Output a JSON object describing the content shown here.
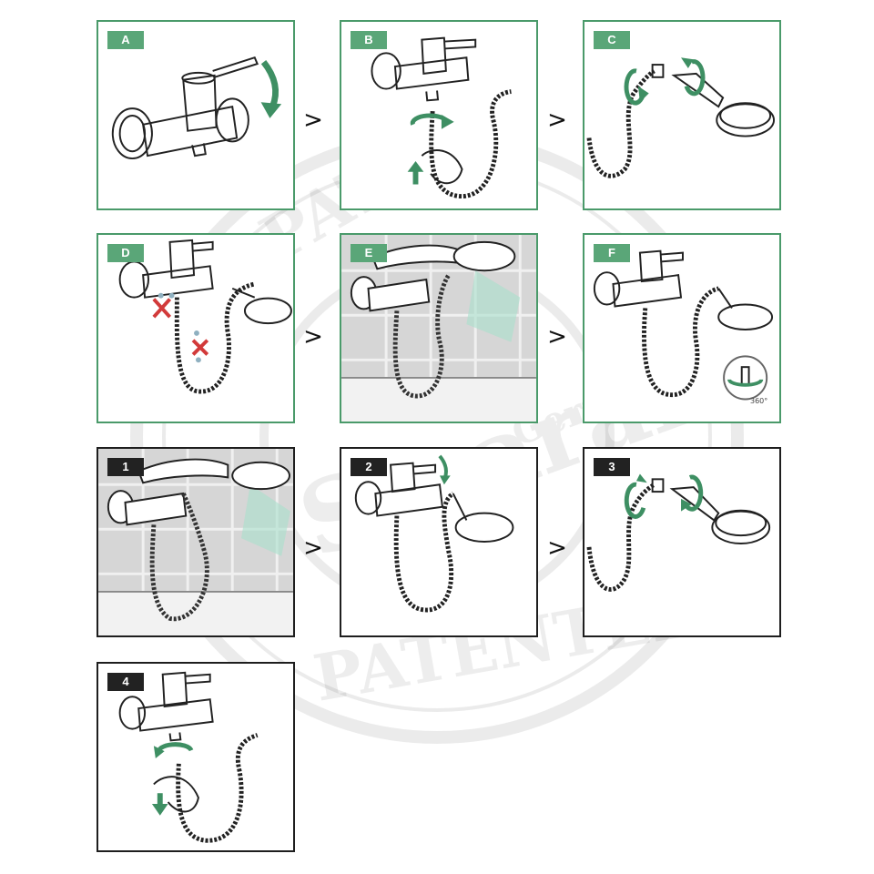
{
  "steps": [
    {
      "label": "A"
    },
    {
      "label": "B"
    },
    {
      "label": "C"
    },
    {
      "label": "D"
    },
    {
      "label": "E"
    },
    {
      "label": "F"
    },
    {
      "label": "1"
    },
    {
      "label": "2"
    },
    {
      "label": "3"
    },
    {
      "label": "4"
    }
  ],
  "separator": ">",
  "rotation_label": "360°",
  "watermark": {
    "top_arc": "PATENTED",
    "bottom_arc": "PATENTED",
    "brand": "Smaralo",
    "country": "Germany"
  },
  "colors": {
    "green_border": "#4a9a6a",
    "green_badge": "#5aa678",
    "dark_border": "#1e1e1e",
    "accent_arrow": "#3e8f63",
    "error_mark": "#d23a3a"
  }
}
